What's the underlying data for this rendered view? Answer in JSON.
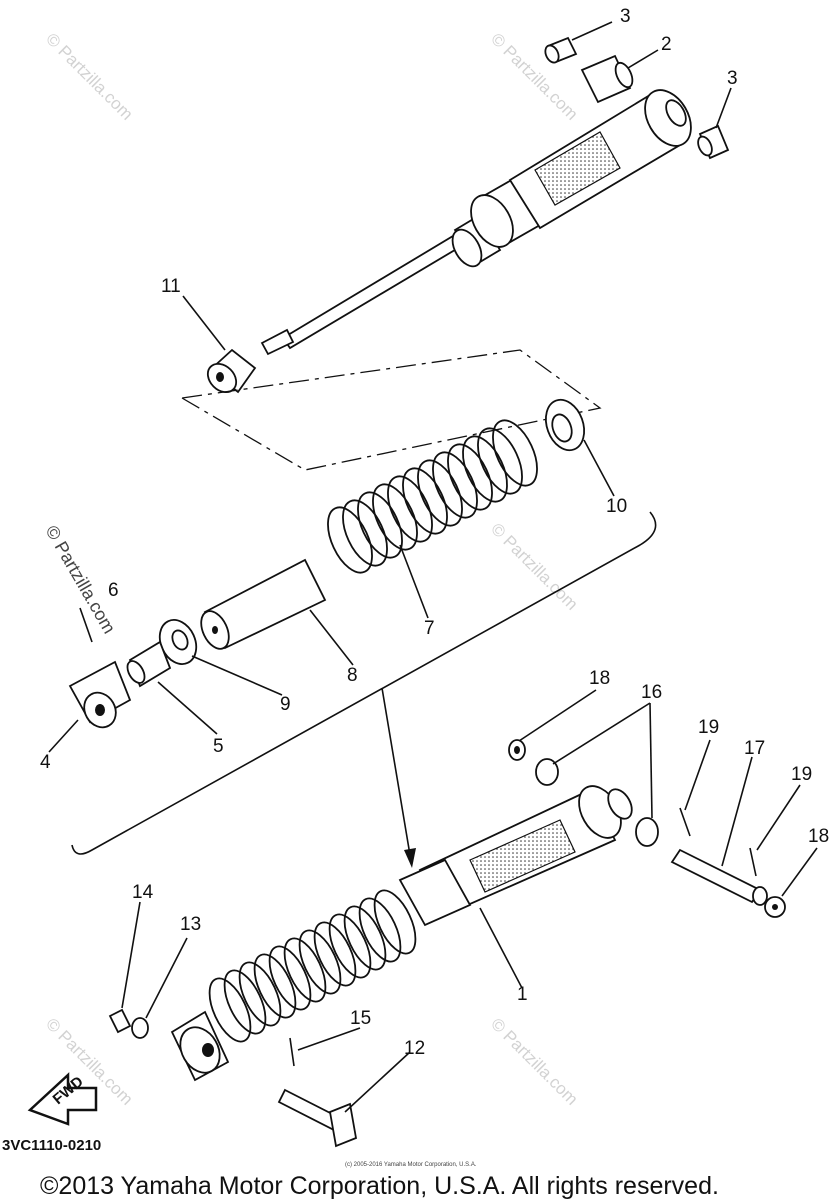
{
  "diagram": {
    "diagram_code": "3VC1110-0210",
    "copyright": "©2013 Yamaha Motor Corporation, U.S.A. All rights reserved.",
    "small_copyright": "(c) 2005-2016 Yamaha Motor Corporation, U.S.A.",
    "fwd_label": "FWD",
    "watermark": "© Partzilla.com",
    "callouts": [
      "1",
      "2",
      "3",
      "3",
      "4",
      "5",
      "6",
      "7",
      "8",
      "9",
      "10",
      "11",
      "12",
      "13",
      "14",
      "15",
      "16",
      "17",
      "18",
      "18",
      "19",
      "19"
    ]
  }
}
